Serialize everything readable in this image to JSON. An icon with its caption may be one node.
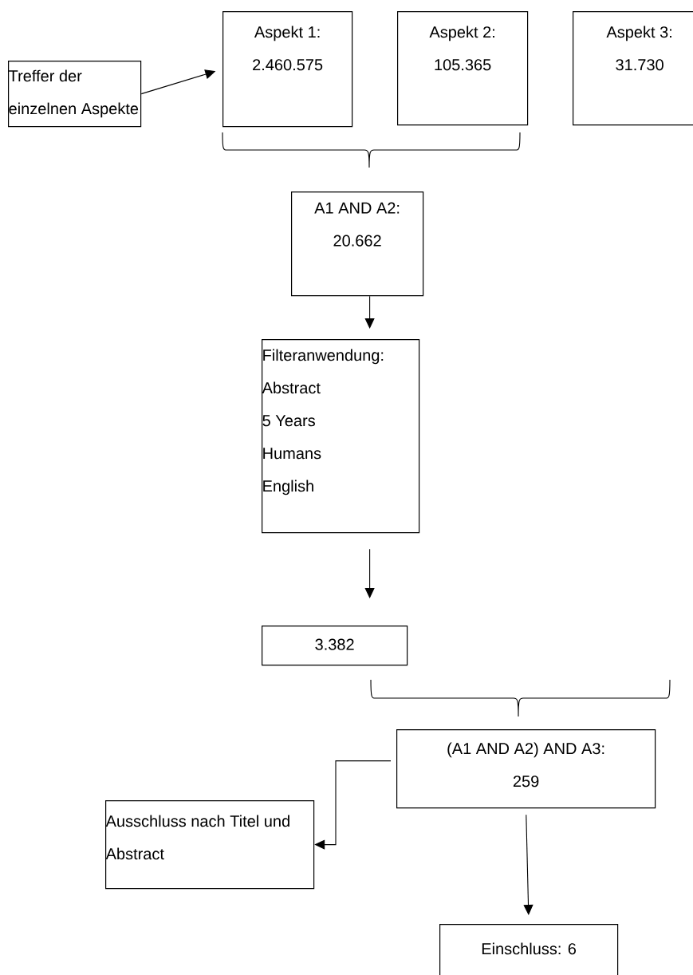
{
  "diagram": {
    "nodes": [
      {
        "text": [
          "Treffer der einzelnen Aspekte"
        ]
      },
      {
        "text": [
          "Aspekt 1:",
          "2.460.575"
        ]
      },
      {
        "text": [
          "Aspekt 2:",
          "105.365"
        ]
      },
      {
        "text": [
          "Aspekt 3:",
          "31.730"
        ]
      },
      {
        "text": [
          "A1 AND A2:",
          "20.662"
        ]
      },
      {
        "text": [
          "Filteranwendung:",
          "Abstract",
          "5 Years",
          "Humans",
          "English"
        ]
      },
      {
        "text": [
          "3.382"
        ]
      },
      {
        "text": [
          "(A1 AND A2) AND A3:",
          "259"
        ]
      },
      {
        "text": [
          "Ausschluss nach Titel und Abstract"
        ]
      },
      {
        "text": [
          "Einschluss: 6"
        ]
      }
    ],
    "edges": [
      {
        "from": 0,
        "to": 1,
        "arrow": "to"
      },
      {
        "from": 4,
        "to": 5,
        "arrow": "to"
      },
      {
        "from": 5,
        "to": 6,
        "arrow": "to"
      },
      {
        "from": 7,
        "to": 8,
        "arrow": "to"
      },
      {
        "from": 7,
        "to": 9,
        "arrow": "to"
      }
    ]
  }
}
